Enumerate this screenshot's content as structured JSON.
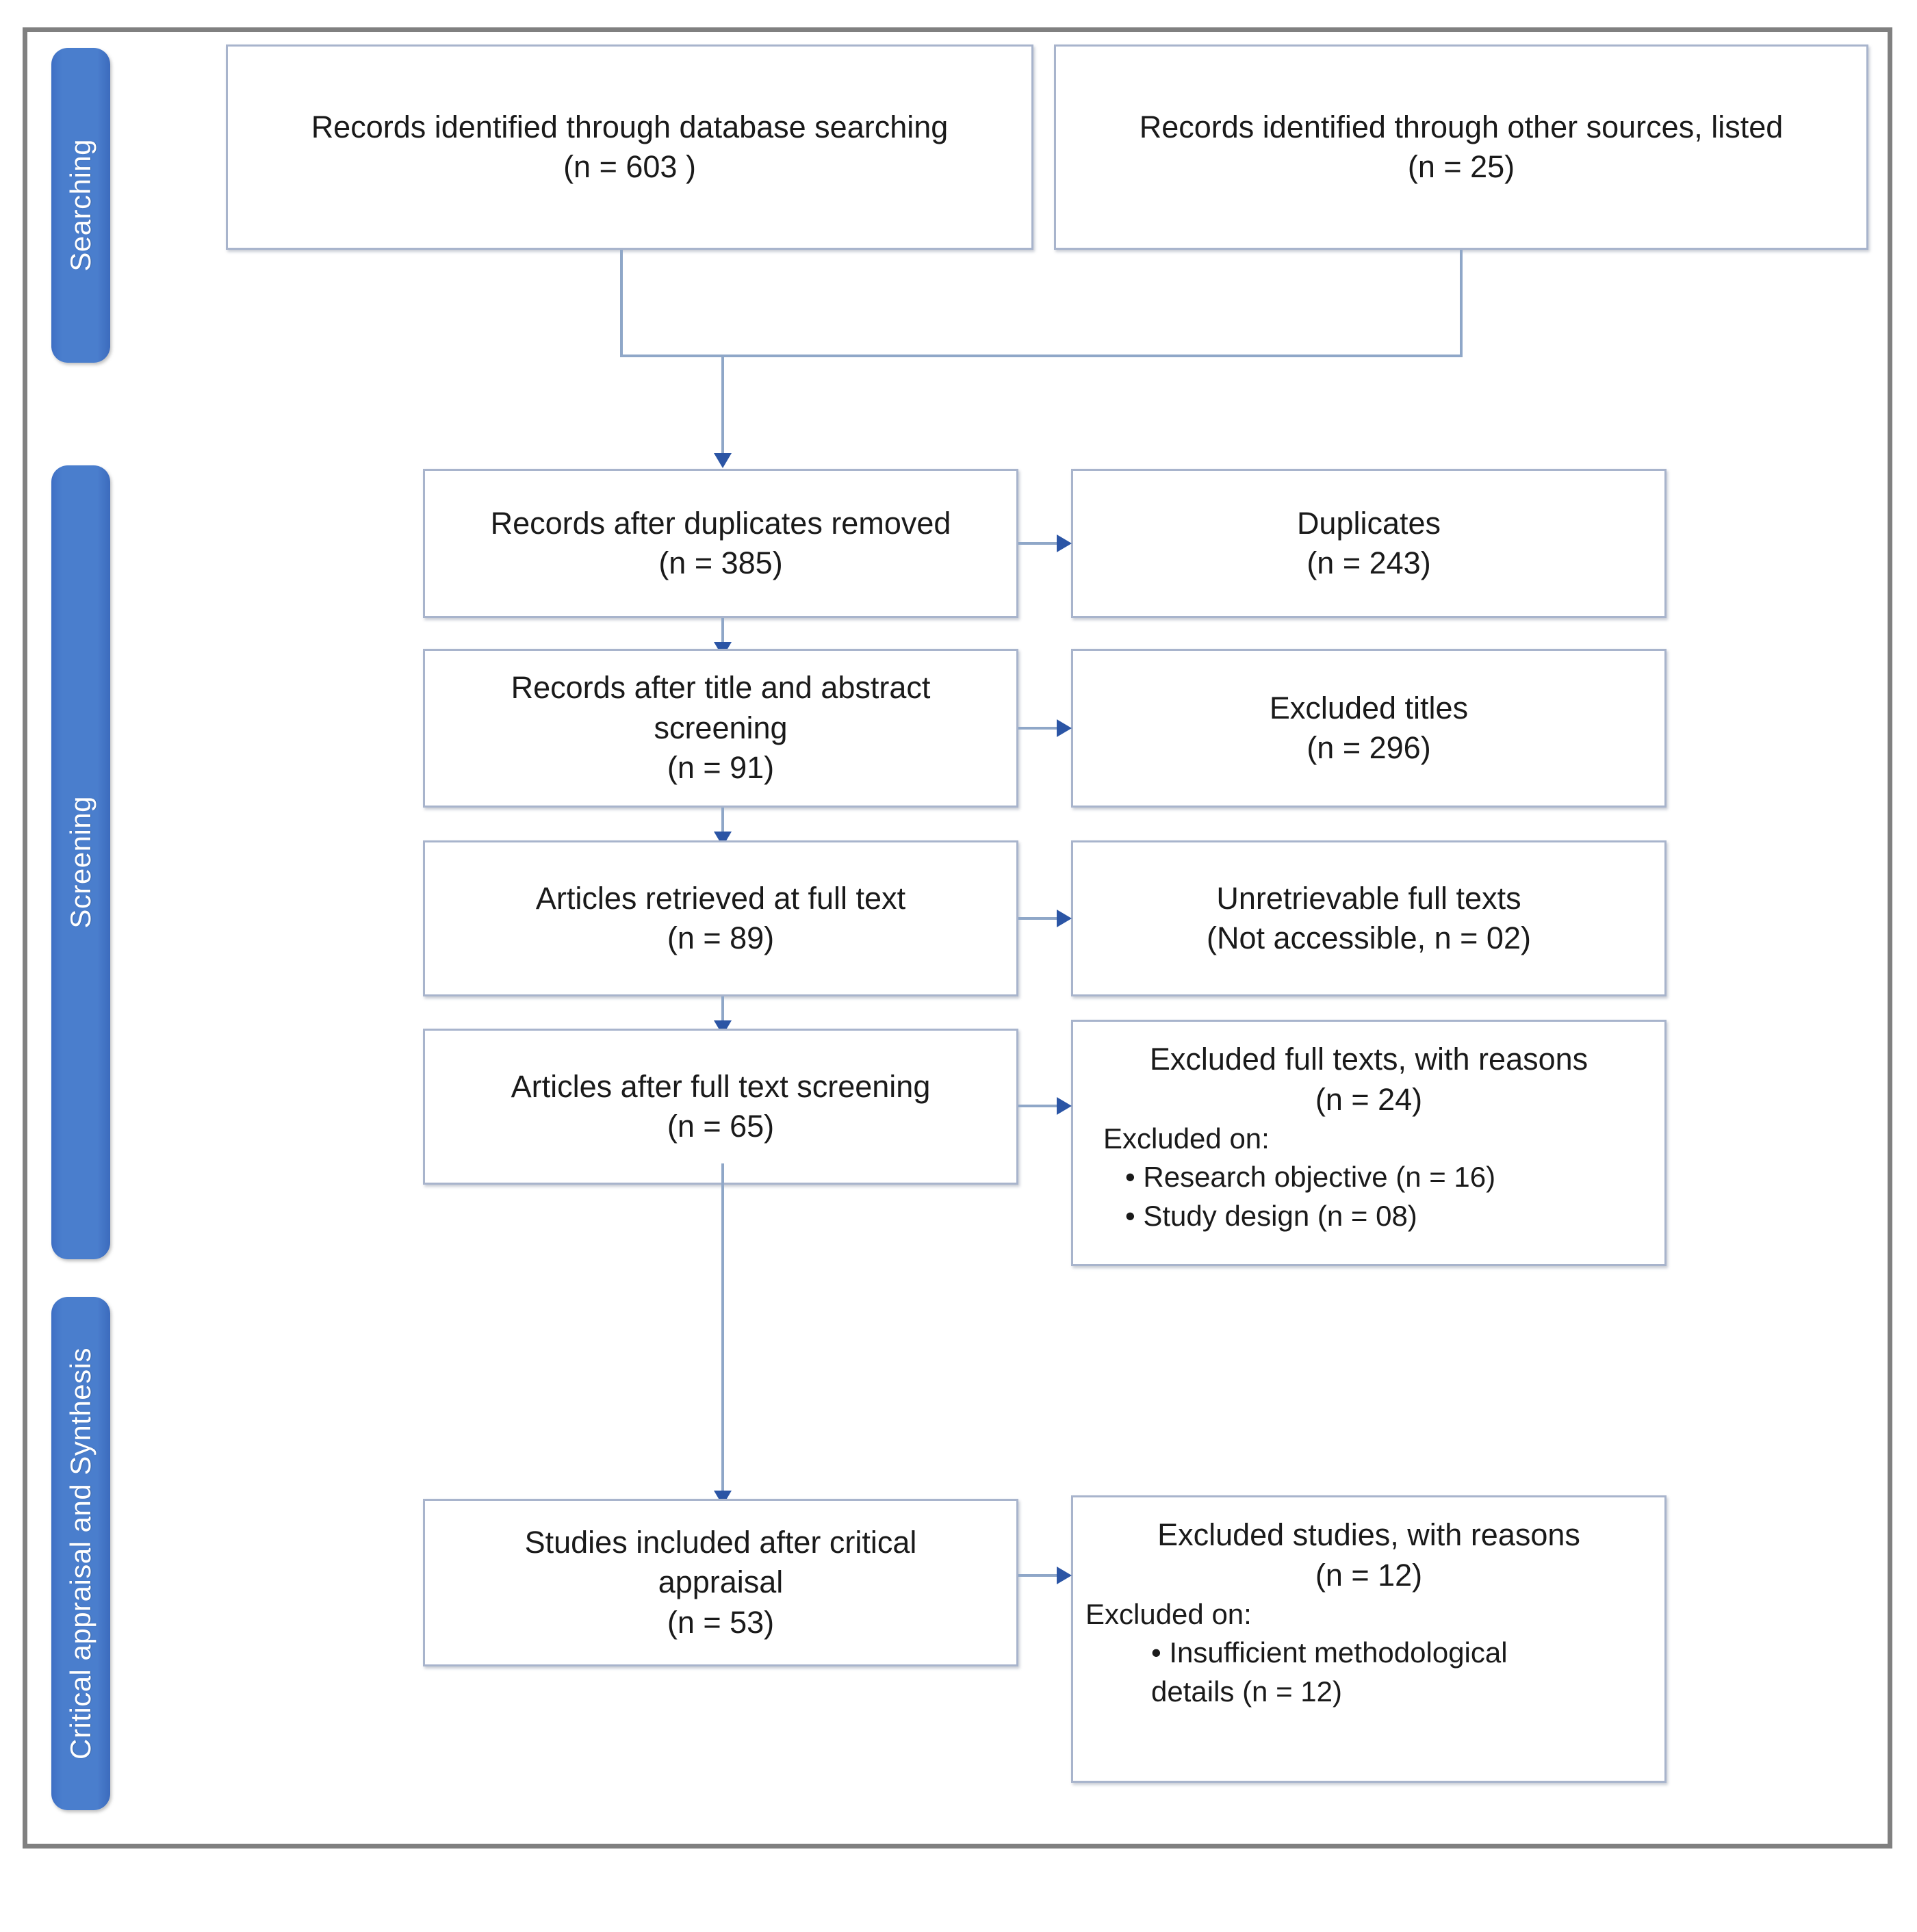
{
  "diagram": {
    "title": "PRISMA study selection flow diagram",
    "accent_color": "#4a7ecd",
    "box_border_color": "#a8b4cc",
    "connector_color": "#8fa7c8",
    "arrow_color": "#2b55a5",
    "frame_color": "#808080"
  },
  "stages": [
    {
      "id": "searching",
      "label": "Searching"
    },
    {
      "id": "screening",
      "label": "Screening"
    },
    {
      "id": "appraisal",
      "label": "Critical appraisal and Synthesis"
    }
  ],
  "boxes": {
    "identified_database": {
      "line1": "Records identified through database searching",
      "line2": "(n = 603 )"
    },
    "identified_other": {
      "line1": "Records identified through other sources, listed",
      "line2": "(n = 25)"
    },
    "after_duplicates": {
      "line1": "Records after duplicates removed",
      "line2": "(n = 385)"
    },
    "duplicates": {
      "line1": "Duplicates",
      "line2": "(n = 243)"
    },
    "after_title_abstract": {
      "line1": "Records after title and abstract",
      "line2": "screening",
      "line3": "(n = 91)"
    },
    "excluded_titles": {
      "line1": "Excluded titles",
      "line2": "(n = 296)"
    },
    "retrieved_full_text": {
      "line1": "Articles retrieved at full text",
      "line2": "(n = 89)"
    },
    "unretrievable": {
      "line1": "Unretrievable full texts",
      "line2": "(Not accessible,  n = 02)"
    },
    "after_full_text": {
      "line1": "Articles after full text screening",
      "line2": "(n = 65)"
    },
    "excluded_full_texts": {
      "line1": "Excluded full texts, with reasons",
      "line2": "(n = 24)",
      "line3": "Excluded on:",
      "bullet1": "• Research objective (n = 16)",
      "bullet2": "• Study design (n = 08)"
    },
    "included_studies": {
      "line1": "Studies included after critical",
      "line2": "appraisal",
      "line3": "(n = 53)"
    },
    "excluded_studies": {
      "line1": "Excluded studies, with reasons",
      "line2": "(n = 12)",
      "line3": "Excluded on:",
      "bullet1": "• Insufficient methodological",
      "bullet2": "details (n = 12)"
    }
  },
  "chart_data": {
    "type": "flowchart",
    "title": "PRISMA study selection flow diagram",
    "nodes": [
      {
        "id": "identified_database",
        "stage": "Searching",
        "label": "Records identified through database searching",
        "n": 603
      },
      {
        "id": "identified_other",
        "stage": "Searching",
        "label": "Records identified through other sources, listed",
        "n": 25
      },
      {
        "id": "after_duplicates",
        "stage": "Screening",
        "label": "Records after duplicates removed",
        "n": 385
      },
      {
        "id": "duplicates",
        "stage": "Screening",
        "label": "Duplicates",
        "n": 243
      },
      {
        "id": "after_title_abstract",
        "stage": "Screening",
        "label": "Records after title and abstract screening",
        "n": 91
      },
      {
        "id": "excluded_titles",
        "stage": "Screening",
        "label": "Excluded titles",
        "n": 296
      },
      {
        "id": "retrieved_full_text",
        "stage": "Screening",
        "label": "Articles retrieved at full text",
        "n": 89
      },
      {
        "id": "unretrievable",
        "stage": "Screening",
        "label": "Unretrievable full texts (Not accessible)",
        "n": 2
      },
      {
        "id": "after_full_text",
        "stage": "Screening",
        "label": "Articles after full text screening",
        "n": 65
      },
      {
        "id": "excluded_full_texts",
        "stage": "Screening",
        "label": "Excluded full texts, with reasons",
        "n": 24,
        "reasons": [
          {
            "label": "Research objective",
            "n": 16
          },
          {
            "label": "Study design",
            "n": 8
          }
        ]
      },
      {
        "id": "included_studies",
        "stage": "Critical appraisal and Synthesis",
        "label": "Studies included after critical appraisal",
        "n": 53
      },
      {
        "id": "excluded_studies",
        "stage": "Critical appraisal and Synthesis",
        "label": "Excluded studies, with reasons",
        "n": 12,
        "reasons": [
          {
            "label": "Insufficient methodological details",
            "n": 12
          }
        ]
      }
    ],
    "edges": [
      {
        "from": "identified_database",
        "to": "after_duplicates"
      },
      {
        "from": "identified_other",
        "to": "after_duplicates"
      },
      {
        "from": "after_duplicates",
        "to": "duplicates"
      },
      {
        "from": "after_duplicates",
        "to": "after_title_abstract"
      },
      {
        "from": "after_title_abstract",
        "to": "excluded_titles"
      },
      {
        "from": "after_title_abstract",
        "to": "retrieved_full_text"
      },
      {
        "from": "retrieved_full_text",
        "to": "unretrievable"
      },
      {
        "from": "retrieved_full_text",
        "to": "after_full_text"
      },
      {
        "from": "after_full_text",
        "to": "excluded_full_texts"
      },
      {
        "from": "after_full_text",
        "to": "included_studies"
      },
      {
        "from": "included_studies",
        "to": "excluded_studies"
      }
    ]
  }
}
